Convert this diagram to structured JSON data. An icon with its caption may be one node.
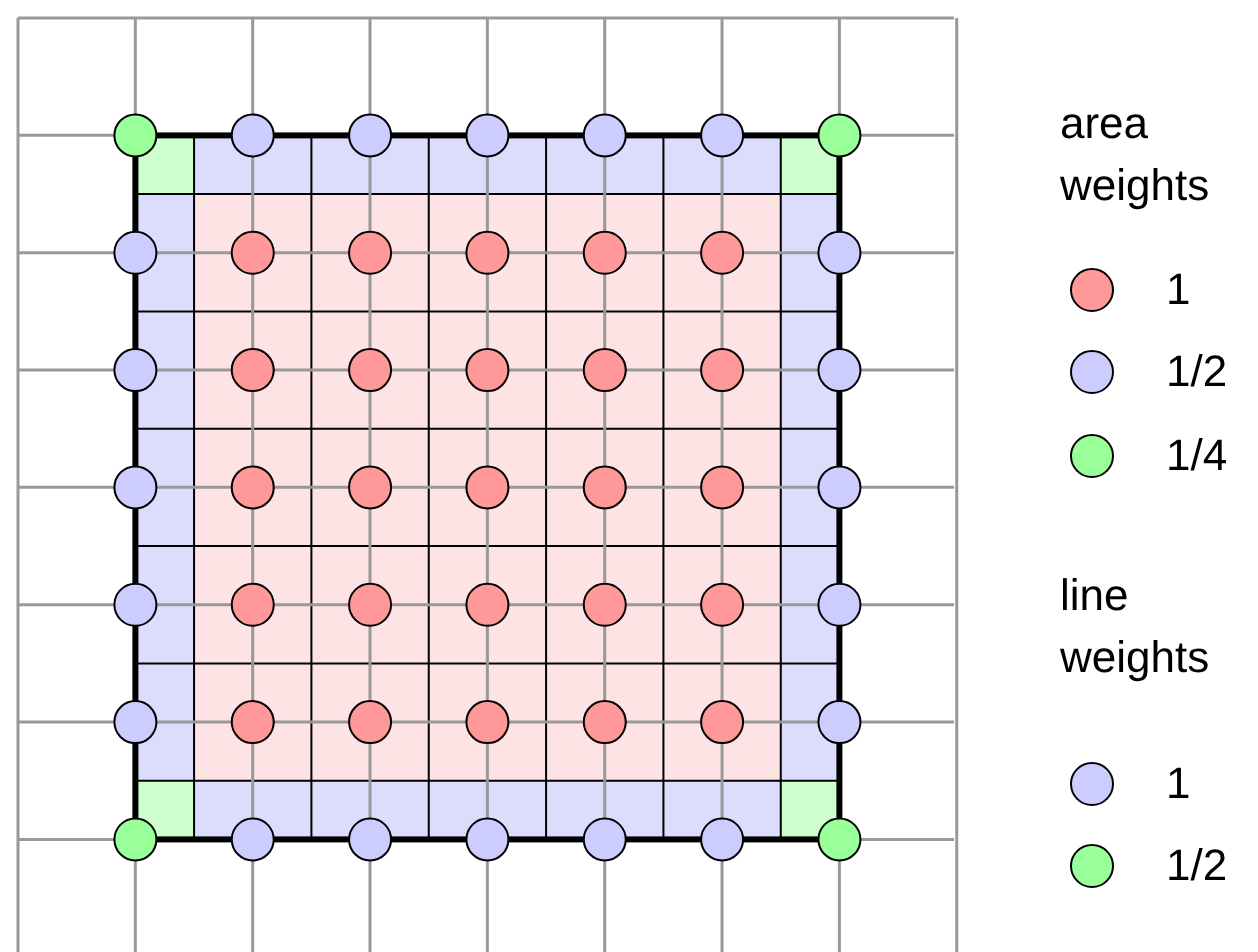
{
  "diagram": {
    "labels": [
      "area weights",
      "line weights"
    ],
    "legend": [
      {
        "text": "1",
        "color": "#ff9999"
      },
      {
        "text": "1/2",
        "color": "#ccccff"
      },
      {
        "text": "1/4",
        "color": "#99ff99"
      },
      {
        "text": "1",
        "color": "#ccccff"
      },
      {
        "text": "1/2",
        "color": "#99ff99"
      }
    ]
  }
}
